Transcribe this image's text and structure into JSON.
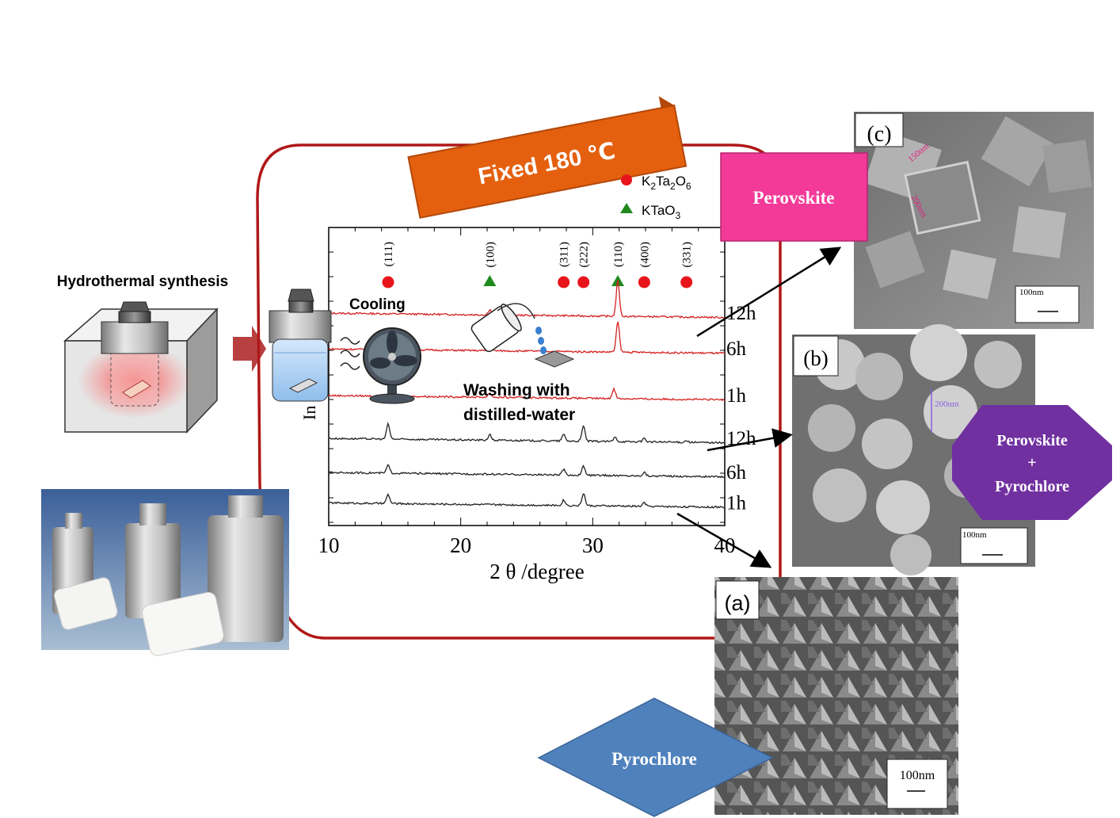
{
  "synthesis": {
    "title": "Hydrothermal synthesis"
  },
  "process": {
    "temperature": "Fixed 180 ℃",
    "cooling": "Cooling",
    "washing_line1": "Washing with",
    "washing_line2": "distilled-water"
  },
  "legend": {
    "k2ta2o6": {
      "main": "K",
      "sub1": "2",
      "mid": "Ta",
      "sub2": "2",
      "o": "O",
      "sub3": "6",
      "color": "#e8141c"
    },
    "ktao3": {
      "main": "KTaO",
      "sub": "3",
      "color": "#1e8a1e"
    }
  },
  "chart_data": {
    "type": "line",
    "xlabel": "2 θ /degree",
    "ylabel": "In",
    "xlim": [
      10,
      40
    ],
    "xticks": [
      "10",
      "20",
      "30",
      "40"
    ],
    "peak_labels": [
      {
        "hkl": "(111)",
        "x": 14.5,
        "phase": "K2Ta2O6"
      },
      {
        "hkl": "(100)",
        "x": 22.2,
        "phase": "KTaO3"
      },
      {
        "hkl": "(311)",
        "x": 27.8,
        "phase": "K2Ta2O6"
      },
      {
        "hkl": "(222)",
        "x": 29.3,
        "phase": "K2Ta2O6"
      },
      {
        "hkl": "(110)",
        "x": 31.9,
        "phase": "KTaO3"
      },
      {
        "hkl": "(400)",
        "x": 33.9,
        "phase": "K2Ta2O6"
      },
      {
        "hkl": "(331)",
        "x": 37.1,
        "phase": "K2Ta2O6"
      }
    ],
    "series": [
      {
        "name": "12h",
        "color": "#d42020",
        "baseline": 5.6,
        "peaks": [
          [
            22.2,
            0.15
          ],
          [
            31.9,
            1.0
          ]
        ]
      },
      {
        "name": "6h",
        "color": "#d42020",
        "baseline": 4.6,
        "peaks": [
          [
            22.2,
            0.22
          ],
          [
            31.9,
            0.85
          ]
        ]
      },
      {
        "name": "1h",
        "color": "#d42020",
        "baseline": 3.3,
        "peaks": [
          [
            22.2,
            0.12
          ],
          [
            31.6,
            0.28
          ]
        ]
      },
      {
        "name": "12h",
        "color": "#222222",
        "baseline": 2.1,
        "peaks": [
          [
            14.5,
            0.42
          ],
          [
            22.2,
            0.15
          ],
          [
            27.8,
            0.18
          ],
          [
            29.3,
            0.42
          ],
          [
            31.7,
            0.12
          ],
          [
            33.9,
            0.1
          ],
          [
            37.1,
            0.05
          ]
        ]
      },
      {
        "name": "6h",
        "color": "#222222",
        "baseline": 1.15,
        "peaks": [
          [
            14.5,
            0.22
          ],
          [
            27.8,
            0.15
          ],
          [
            29.3,
            0.25
          ],
          [
            33.9,
            0.1
          ]
        ]
      },
      {
        "name": "1h",
        "color": "#222222",
        "baseline": 0.3,
        "peaks": [
          [
            14.5,
            0.25
          ],
          [
            27.8,
            0.15
          ],
          [
            29.3,
            0.35
          ],
          [
            33.9,
            0.1
          ]
        ]
      }
    ],
    "series_labels": [
      "12h",
      "6h",
      "1h",
      "12h",
      "6h",
      "1h"
    ]
  },
  "sem": {
    "c": {
      "label": "(c)",
      "dim1": "150nm",
      "dim2": "200nm",
      "scale": "100nm"
    },
    "b": {
      "label": "(b)",
      "dim": "200nm",
      "scale": "100nm"
    },
    "a": {
      "label": "(a)",
      "scale": "100nm"
    }
  },
  "phases": {
    "perovskite": {
      "text": "Perovskite",
      "color": "#f33a98"
    },
    "mixed": {
      "line1": "Perovskite",
      "line2": "+",
      "line3": "Pyrochlore",
      "color": "#7030a0"
    },
    "pyrochlore": {
      "text": "Pyrochlore",
      "color": "#4f81bd"
    }
  },
  "colors": {
    "frame": "#b01818",
    "banner": "#e4600e",
    "arrow": "#b84040"
  }
}
